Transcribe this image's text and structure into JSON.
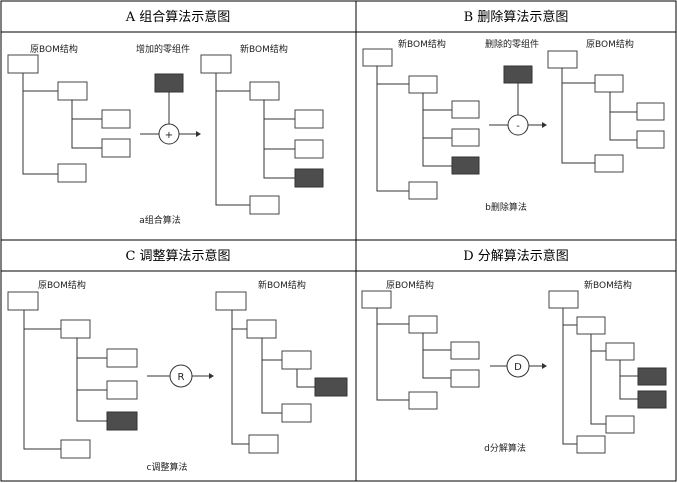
{
  "panels": {
    "a": {
      "title": "A 组合算法示意图",
      "label_left": "原BOM结构",
      "label_mid": "增加的零组件",
      "label_right": "新BOM结构",
      "operator": "+",
      "caption": "a组合算法"
    },
    "b": {
      "title": "B 删除算法示意图",
      "label_left": "新BOM结构",
      "label_mid": "删除的零组件",
      "label_right": "原BOM结构",
      "operator": "-",
      "caption": "b删除算法"
    },
    "c": {
      "title": "C 调整算法示意图",
      "label_left": "原BOM结构",
      "label_right": "新BOM结构",
      "operator": "R",
      "caption": "c调整算法"
    },
    "d": {
      "title": "D 分解算法示意图",
      "label_left": "原BOM结构",
      "label_right": "新BOM结构",
      "operator": "D",
      "caption": "d分解算法"
    }
  },
  "colors": {
    "node_fill": "#ffffff",
    "component_fill": "#4d4d4d",
    "line": "#333333"
  }
}
